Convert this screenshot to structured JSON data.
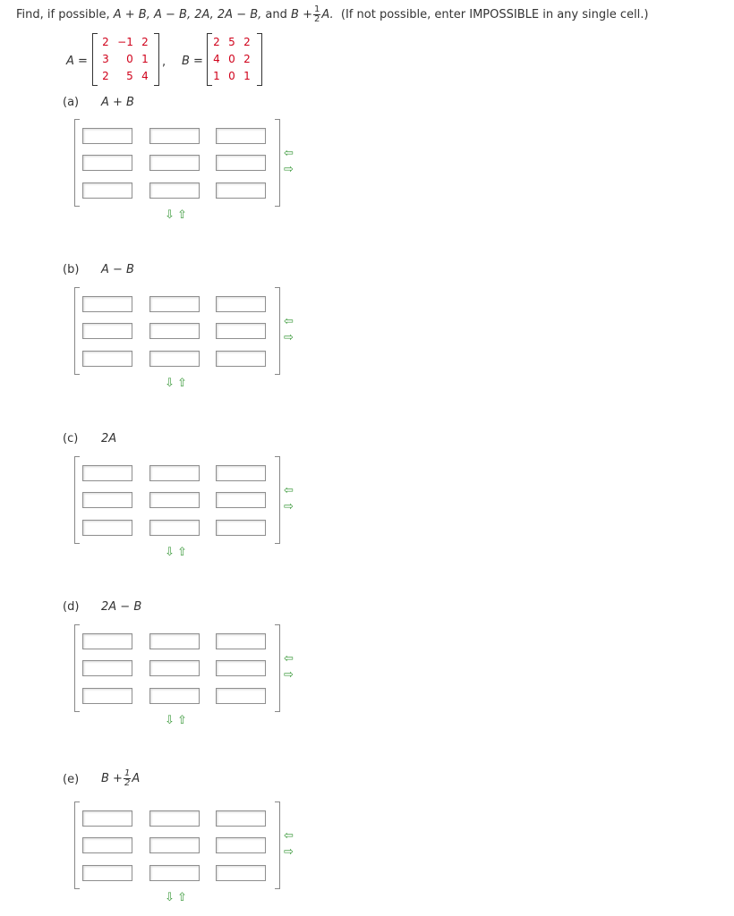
{
  "question": {
    "prefix": "Find, if possible,",
    "exprs": [
      "A + B,",
      "A − B,",
      "2A,",
      "2A − B,"
    ],
    "and": "and",
    "last_expr_b": "B +",
    "frac_num": "1",
    "frac_den": "2",
    "last_expr_a": "A.",
    "note": "(If not possible, enter IMPOSSIBLE in any single cell.)"
  },
  "matrix_a": {
    "label": "A =",
    "rows": [
      [
        "2",
        "−1",
        "2"
      ],
      [
        "3",
        "0",
        "1"
      ],
      [
        "2",
        "5",
        "4"
      ]
    ],
    "separator": ","
  },
  "matrix_b": {
    "label": "B =",
    "rows": [
      [
        "2",
        "5",
        "2"
      ],
      [
        "4",
        "0",
        "2"
      ],
      [
        "1",
        "0",
        "1"
      ]
    ]
  },
  "parts": [
    {
      "label": "(a)",
      "expr": "A + B"
    },
    {
      "label": "(b)",
      "expr": "A − B"
    },
    {
      "label": "(c)",
      "expr": "2A"
    },
    {
      "label": "(d)",
      "expr": "2A − B"
    },
    {
      "label": "(e)",
      "expr_b": "B +",
      "frac_num": "1",
      "frac_den": "2",
      "expr_a": "A"
    }
  ],
  "arrows": {
    "left": "⇦",
    "right": "⇨",
    "down": "⇩",
    "up": "⇧"
  },
  "colors": {
    "given_values": "#d0021b",
    "arrows": "#3c9a3c"
  }
}
